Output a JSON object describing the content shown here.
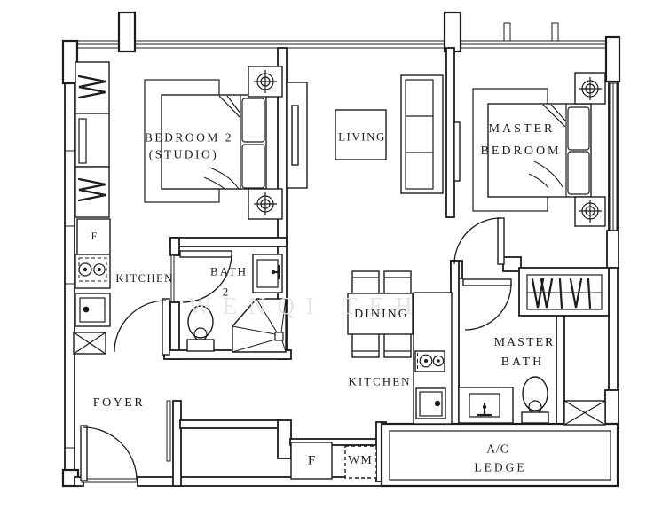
{
  "rooms": {
    "bedroom2": {
      "line1": "BEDROOM 2",
      "line2": "(STUDIO)"
    },
    "living": {
      "label": "LIVING"
    },
    "master_bedroom": {
      "line1": "MASTER",
      "line2": "BEDROOM"
    },
    "kitchen_left": {
      "label": "KITCHEN"
    },
    "bath2": {
      "line1": "BATH",
      "line2": "2"
    },
    "dining": {
      "label": "DINING"
    },
    "kitchen_center": {
      "label": "KITCHEN"
    },
    "master_bath": {
      "line1": "MASTER",
      "line2": "BATH"
    },
    "foyer": {
      "label": "FOYER"
    },
    "ac_ledge": {
      "line1": "A/C",
      "line2": "LEDGE"
    }
  },
  "appliances": {
    "fridge_closet_label": "F",
    "fridge_nook_label": "F",
    "washing_machine_label": "WM"
  },
  "watermark": "WENQI TEH",
  "colors": {
    "line": "#1c1c1c",
    "background": "#ffffff",
    "watermark": "#e5e5e5"
  }
}
